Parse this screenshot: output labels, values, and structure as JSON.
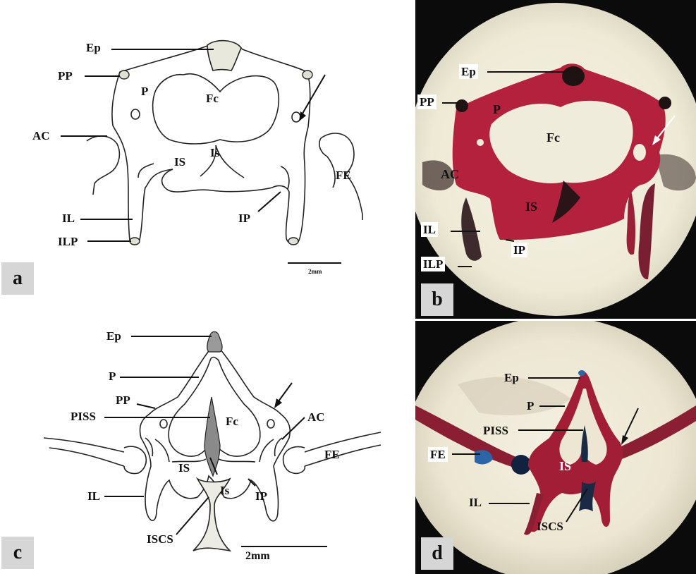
{
  "panels": {
    "a": {
      "letter": "a",
      "scale": "2mm",
      "labels": {
        "Ep": "Ep",
        "PP": "PP",
        "P": "P",
        "Fc": "Fc",
        "AC": "AC",
        "Is": "Is",
        "IS": "IS",
        "FE": "FE",
        "IL": "IL",
        "ILP": "ILP",
        "IP": "IP"
      }
    },
    "b": {
      "letter": "b",
      "labels": {
        "Ep": "Ep",
        "PP": "PP",
        "P": "P",
        "Fc": "Fc",
        "AC": "AC",
        "IS": "IS",
        "IL": "IL",
        "IP": "IP",
        "ILP": "ILP"
      }
    },
    "c": {
      "letter": "c",
      "scale": "2mm",
      "labels": {
        "Ep": "Ep",
        "P": "P",
        "PP": "PP",
        "PISS": "PISS",
        "Fc": "Fc",
        "AC": "AC",
        "FE": "FE",
        "IS": "IS",
        "IL": "IL",
        "Is": "Is",
        "IP": "IP",
        "ISCS": "ISCS"
      }
    },
    "d": {
      "letter": "d",
      "labels": {
        "Ep": "Ep",
        "P": "P",
        "PISS": "PISS",
        "FE": "FE",
        "IS": "IS",
        "IL": "IL",
        "ISCS": "ISCS"
      }
    }
  },
  "colors": {
    "stain_red": "#b8223f",
    "cartilage_blue": "#1c3f6e",
    "background_cream": "#f3efdf",
    "drawing_line": "#222222"
  }
}
